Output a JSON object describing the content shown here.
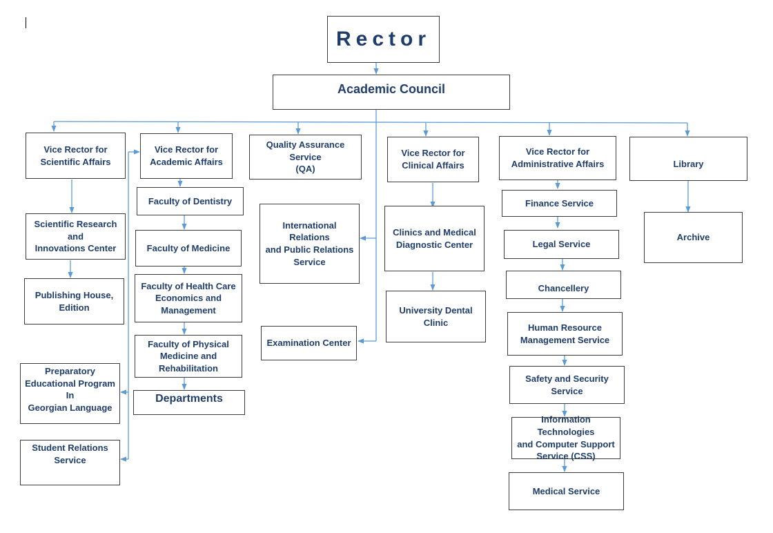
{
  "diagram": {
    "rector": "Rector",
    "academic_council": "Academic Council",
    "vr_scientific": "Vice Rector for\nScientific Affairs",
    "scientific_research": "Scientific Research and\nInnovations Center",
    "publishing": "Publishing House,\nEdition",
    "vr_academic": "Vice Rector for\nAcademic Affairs",
    "fac_dentistry": "Faculty of Dentistry",
    "fac_medicine": "Faculty of Medicine",
    "fac_health": "Faculty of Health Care\nEconomics and\nManagement",
    "fac_physical": "Faculty of Physical\nMedicine and\nRehabilitation",
    "departments": "Departments",
    "preparatory": "Preparatory\nEducational Program In\nGeorgian Language",
    "student_relations": "Student Relations\nService",
    "quality_assurance": "Quality Assurance Service\n(QA)",
    "international": "International Relations\nand Public Relations\nService",
    "examination": "Examination Center",
    "vr_clinical": "Vice Rector for\nClinical Affairs",
    "clinics": "Clinics and Medical\nDiagnostic Center",
    "dental_clinic": "University Dental Clinic",
    "vr_admin": "Vice Rector for\nAdministrative Affairs",
    "finance": "Finance Service",
    "legal": "Legal Service",
    "chancellery": "Chancellery",
    "hr": "Human Resource\nManagement Service",
    "safety": "Safety and Security Service",
    "it": "Information Technologies\nand  Computer Support\nService (CSS)",
    "medical": "Medical Service",
    "library": "Library",
    "archive": "Archive"
  },
  "colors": {
    "line": "#5b9bd5",
    "text": "#1f3d6b",
    "border": "#3a3a3a"
  }
}
